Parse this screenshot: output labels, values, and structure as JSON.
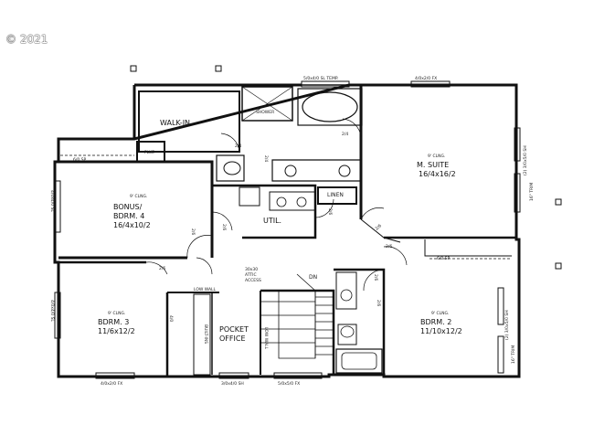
{
  "watermark": "© 2021",
  "rooms": {
    "walkin": {
      "name": "WALK-IN"
    },
    "flue": {
      "name": "FLUE"
    },
    "shower": {
      "name": "SHOWER"
    },
    "msuite": {
      "ceiling": "9' CLNG.",
      "name": "M. SUITE",
      "dims": "16/4x16/2"
    },
    "bonus": {
      "ceiling": "9' CLNG.",
      "name_1": "BONUS/",
      "name_2": "BDRM. 4",
      "dims": "16/4x10/2"
    },
    "linen": {
      "name": "LINEN"
    },
    "util": {
      "name": "UTIL."
    },
    "attic": {
      "line1": "30x30",
      "line2": "ATTIC",
      "line3": "ACCESS"
    },
    "bdrm3": {
      "ceiling": "9' CLNG.",
      "name": "BDRM. 3",
      "dims": "11/6x12/2"
    },
    "bdrm2": {
      "ceiling": "9' CLNG.",
      "name": "BDRM. 2",
      "dims": "11/10x12/2"
    },
    "office": {
      "name_1": "POCKET",
      "name_2": "OFFICE"
    },
    "stairs": {
      "label": "DN"
    },
    "builtins": {
      "label": "BUILT-INS"
    },
    "lowwall_top": {
      "label": "LOW WALL"
    },
    "lowwall_side": {
      "label": "LOW WALL"
    }
  },
  "windows": {
    "top_left": "5/0x4/0 SL TEMP.",
    "top_right": "4/0x2/0 FX",
    "bonus_left": "4/0x4/0 SL",
    "bdrm3_left": "4/0x4/0 SL",
    "right_msuite_1": "(2) 3/0x5/0 SH",
    "right_msuite_2": "16\" TRIM",
    "right_bdrm2_1": "(2) 3/0x5/0 SH",
    "right_bdrm2_2": "16\" TRIM",
    "bottom_1": "4/0x2/0 FX",
    "bottom_2": "3/0x4/0 SH",
    "bottom_3": "5/0x5/0 FX"
  },
  "doors": {
    "walkin": "2/4",
    "msuite": "2/4",
    "bath": "2/4",
    "bonus": "2/6",
    "util": "2/6",
    "linen": "2/6",
    "msuite_entry": "2/6",
    "bdrm3": "2/6",
    "bdrm2": "2/6",
    "hall_bath": "2/6",
    "bdrm2_side": "2/6",
    "office": "4/0"
  },
  "shelves": {
    "bonus": "6/0 SP",
    "bdrm2": "6/0 SP"
  }
}
